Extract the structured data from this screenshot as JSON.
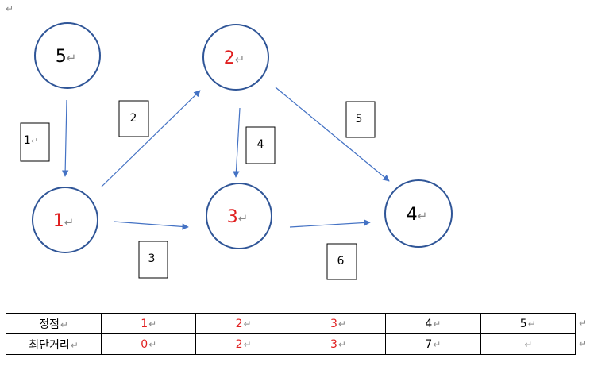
{
  "pilcrow": "↵",
  "colors": {
    "red": "#e02020",
    "black": "#000000",
    "edge": "#4472c4",
    "node_border": "#2f5597"
  },
  "nodes": [
    {
      "id": "5",
      "label": "5",
      "color": "black"
    },
    {
      "id": "2",
      "label": "2",
      "color": "red"
    },
    {
      "id": "1",
      "label": "1",
      "color": "red"
    },
    {
      "id": "3",
      "label": "3",
      "color": "red"
    },
    {
      "id": "4",
      "label": "4",
      "color": "black"
    }
  ],
  "edges": [
    {
      "from": "5",
      "to": "1",
      "weight": "1",
      "weight_pilcrow": true
    },
    {
      "from": "1",
      "to": "2",
      "weight": "2",
      "weight_pilcrow": false
    },
    {
      "from": "1",
      "to": "3",
      "weight": "3",
      "weight_pilcrow": false
    },
    {
      "from": "2",
      "to": "3",
      "weight": "4",
      "weight_pilcrow": false
    },
    {
      "from": "2",
      "to": "4",
      "weight": "5",
      "weight_pilcrow": false
    },
    {
      "from": "3",
      "to": "4",
      "weight": "6",
      "weight_pilcrow": false
    }
  ],
  "table": {
    "rows": [
      {
        "header": "정점",
        "cells": [
          {
            "text": "1",
            "color": "red"
          },
          {
            "text": "2",
            "color": "red"
          },
          {
            "text": "3",
            "color": "red"
          },
          {
            "text": "4",
            "color": "black"
          },
          {
            "text": "5",
            "color": "black"
          }
        ]
      },
      {
        "header": "최단거리",
        "cells": [
          {
            "text": "0",
            "color": "red"
          },
          {
            "text": "2",
            "color": "red"
          },
          {
            "text": "3",
            "color": "red"
          },
          {
            "text": "7",
            "color": "black"
          },
          {
            "text": "",
            "color": "black"
          }
        ]
      }
    ]
  }
}
